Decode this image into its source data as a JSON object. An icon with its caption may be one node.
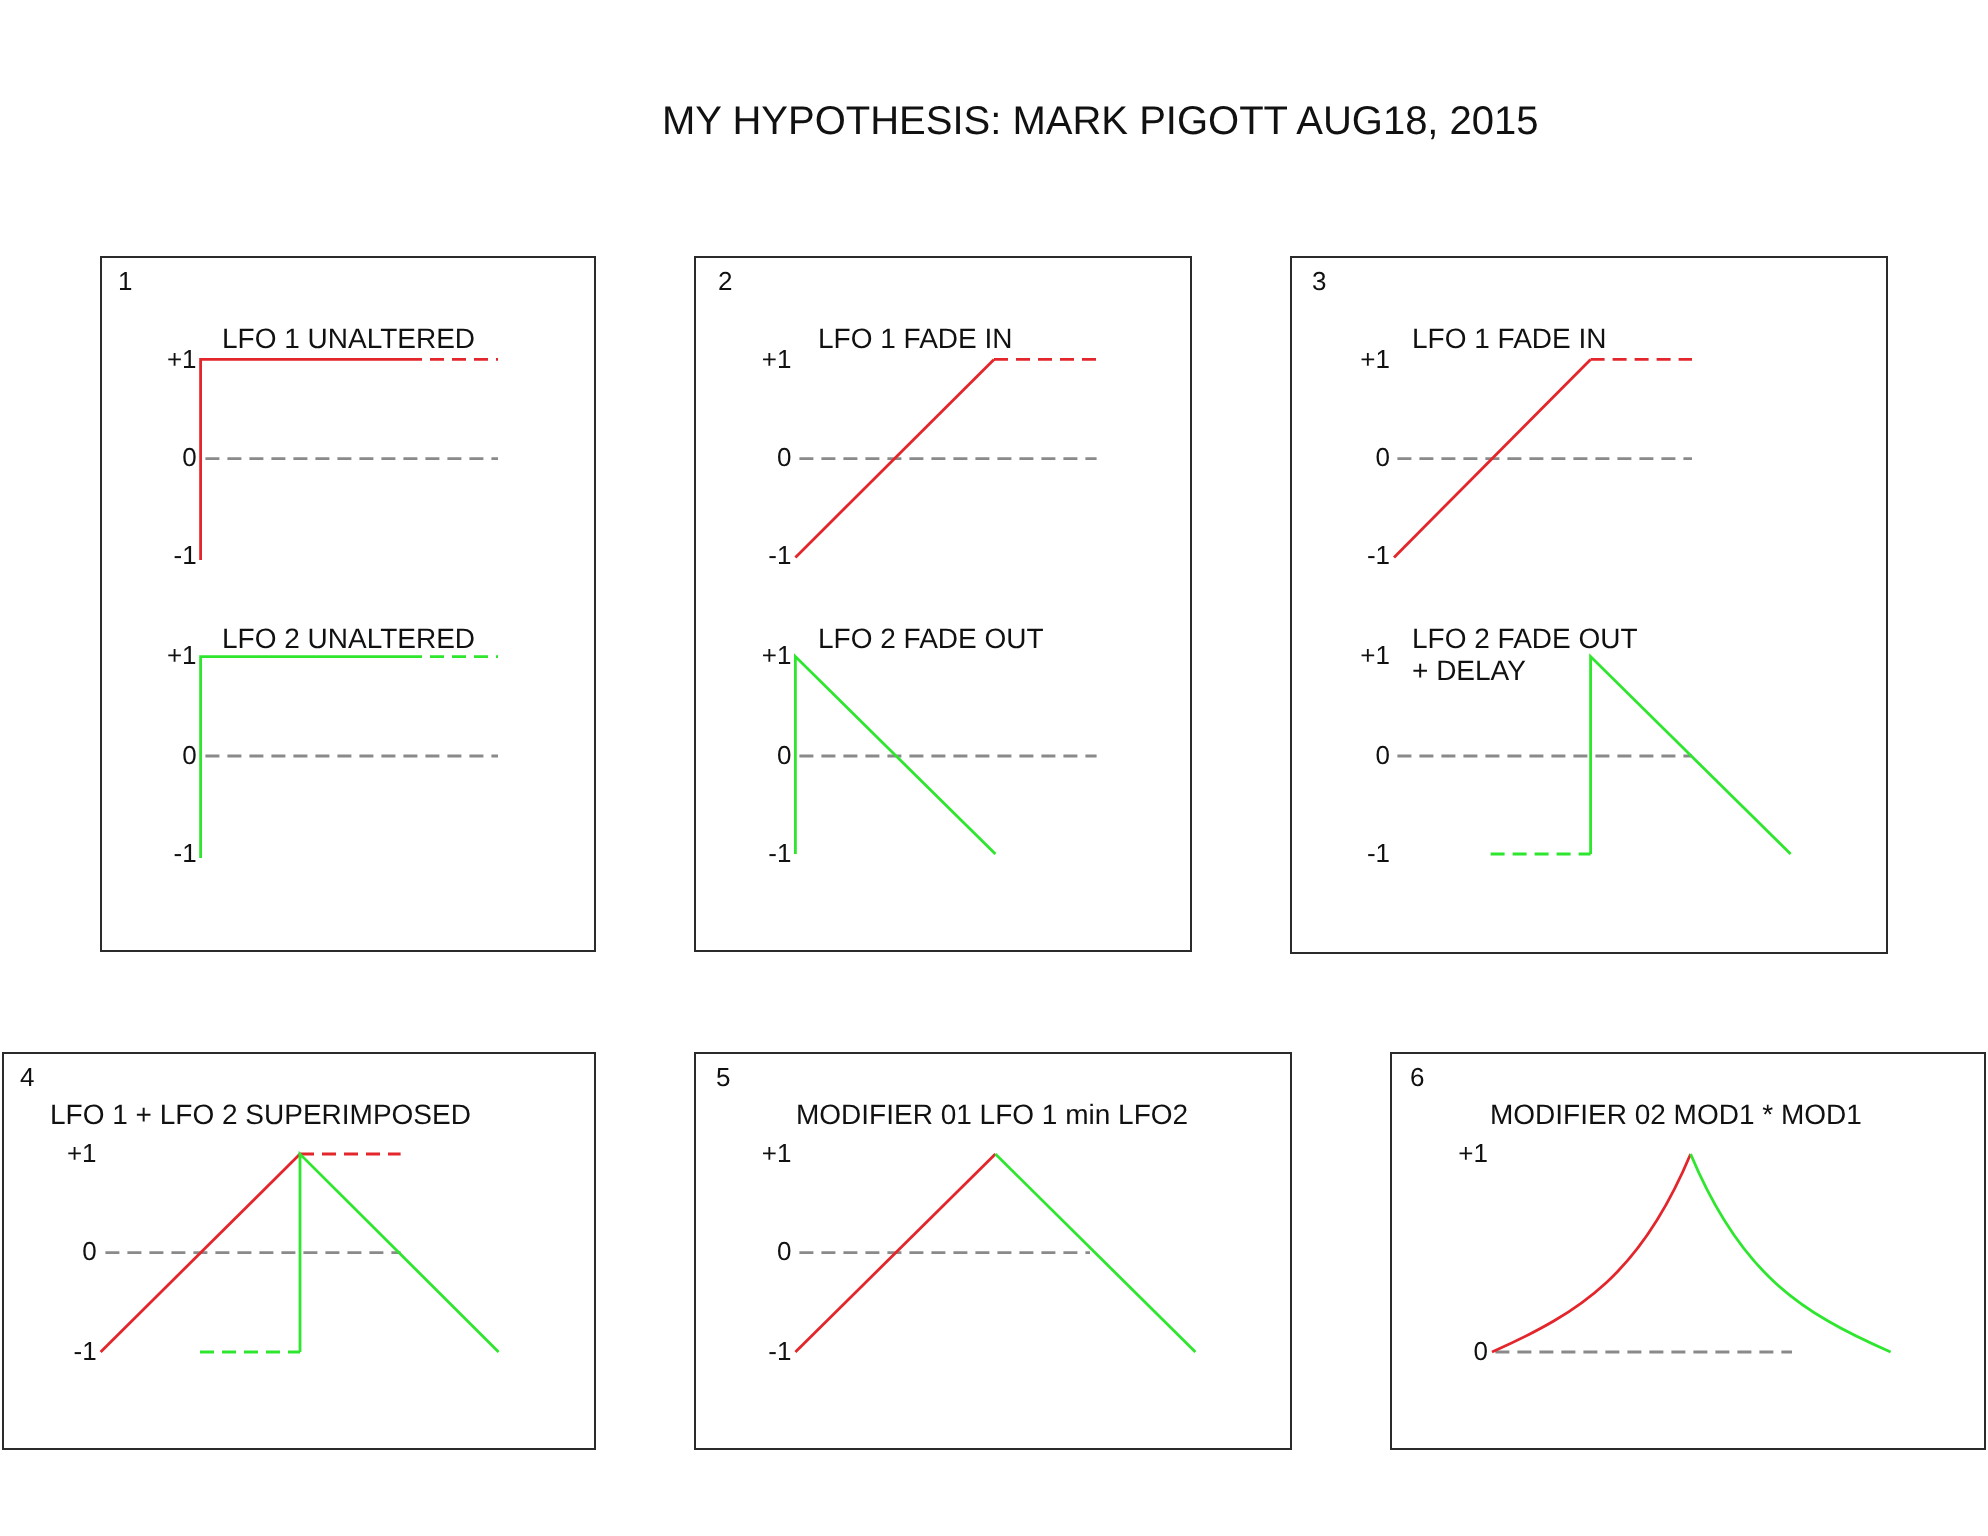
{
  "diagram": {
    "title": "MY HYPOTHESIS: MARK PIGOTT AUG18, 2015",
    "nodes": [
      {
        "text": [
          "1",
          "LFO 1 UNALTERED",
          "+1",
          "0",
          "-1",
          "LFO 2 UNALTERED",
          "+1",
          "0",
          "-1"
        ]
      },
      {
        "text": [
          "2",
          "LFO 1 FADE IN",
          "+1",
          "0",
          "-1",
          "LFO 2 FADE OUT",
          "+1",
          "0",
          "-1"
        ]
      },
      {
        "text": [
          "3",
          "LFO 1 FADE IN",
          "+1",
          "0",
          "-1",
          "LFO 2 FADE OUT + DELAY",
          "+1",
          "0",
          "-1"
        ]
      },
      {
        "text": [
          "4",
          "LFO 1 + LFO 2 SUPERIMPOSED",
          "+1",
          "0",
          "-1"
        ]
      },
      {
        "text": [
          "5",
          "MODIFIER 01 LFO 1 min LFO2",
          "+1",
          "0",
          "-1"
        ]
      },
      {
        "text": [
          "6",
          "MODIFIER 02 MOD1 * MOD1",
          "+1",
          "0"
        ]
      }
    ]
  }
}
